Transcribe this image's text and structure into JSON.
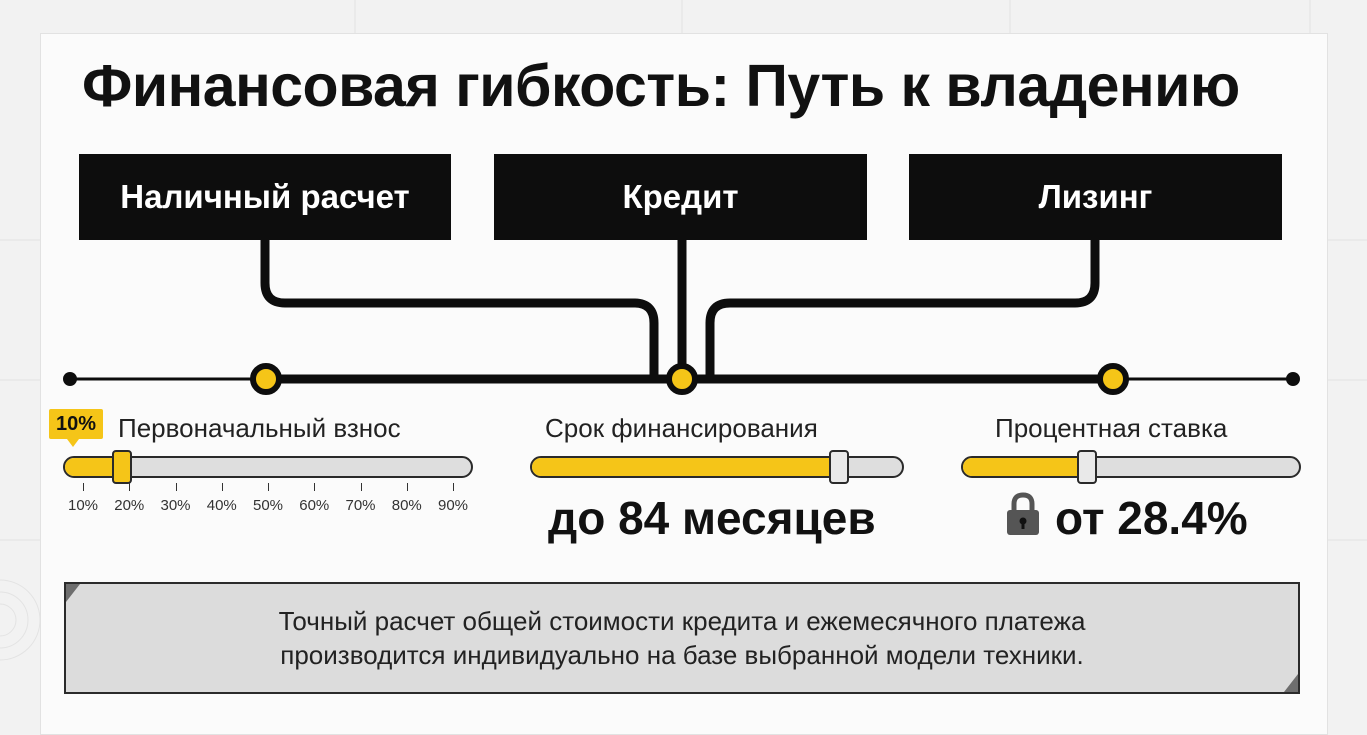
{
  "title": "Финансовая гибкость: Путь к владению",
  "options": [
    {
      "label": "Наличный расчет"
    },
    {
      "label": "Кредит"
    },
    {
      "label": "Лизинг"
    }
  ],
  "sliders": {
    "down_payment": {
      "label": "Первоначальный взнос",
      "badge": "10%",
      "value_fraction": 0.14,
      "ticks": [
        "10%",
        "20%",
        "30%",
        "40%",
        "50%",
        "60%",
        "70%",
        "80%",
        "90%"
      ]
    },
    "term": {
      "label": "Срок финансирования",
      "value_fraction": 0.83,
      "value_text": "до 84 месяцев"
    },
    "rate": {
      "label": "Процентная ставка",
      "value_fraction": 0.37,
      "value_text": "от 28.4%"
    }
  },
  "note": {
    "line1": "Точный расчет общей стоимости кредита и ежемесячного платежа",
    "line2": "производится индивидуально на базе выбранной модели техники."
  },
  "colors": {
    "accent": "#f5c518",
    "dark": "#0d0d0d",
    "track": "#dedede",
    "note_bg": "#dcdcdc"
  },
  "icons": {
    "rate": "lock-icon"
  }
}
